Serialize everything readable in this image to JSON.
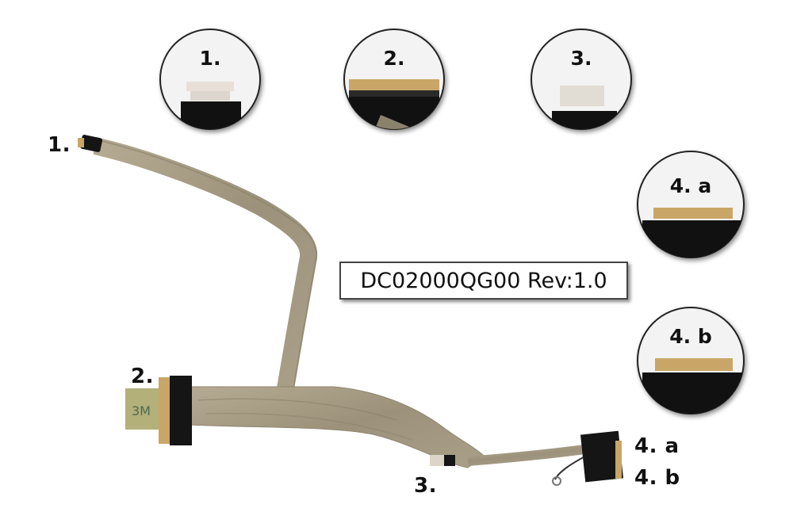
{
  "part_label": "DC02000QG00 Rev:1.0",
  "cable_labels": {
    "c1": "1.",
    "c2": "2.",
    "c3": "3.",
    "c4a": "4. a",
    "c4b": "4. b"
  },
  "callouts": [
    {
      "label": "1."
    },
    {
      "label": "2."
    },
    {
      "label": "3."
    },
    {
      "label": "4. a"
    },
    {
      "label": "4. b"
    }
  ],
  "colors": {
    "cable": "#a79d86",
    "cable_shade": "#8b826d",
    "connector": "#151515",
    "pins": "#c9a667",
    "tape": "#b3b07a"
  }
}
